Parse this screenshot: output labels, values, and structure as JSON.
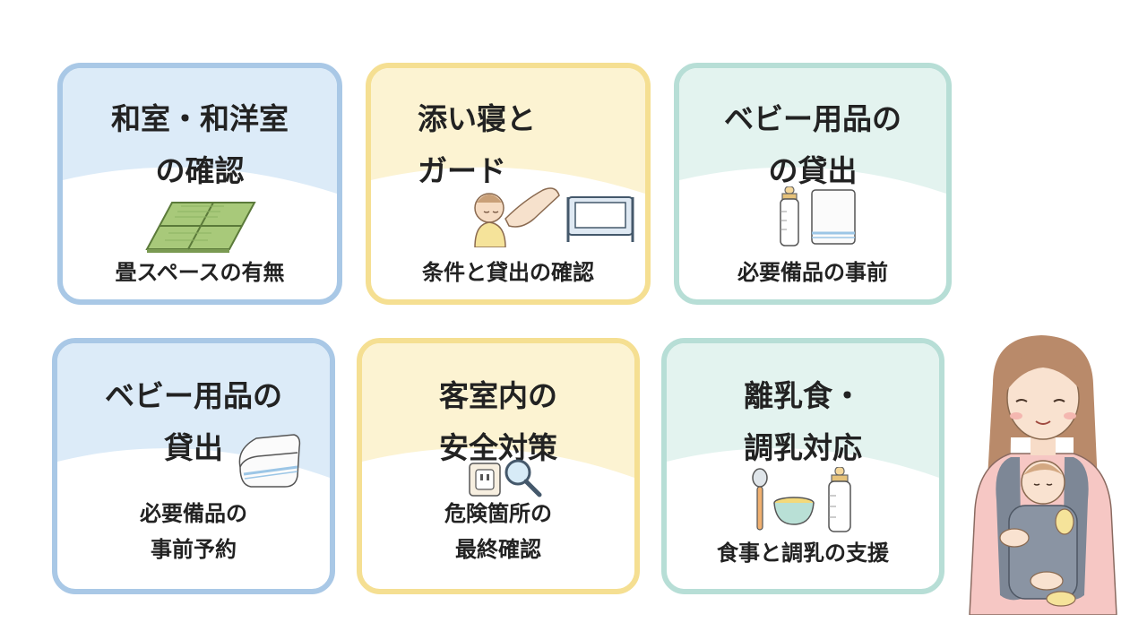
{
  "colors": {
    "blue_border": "#a9c8e6",
    "blue_wash": "#dcebf8",
    "yellow_border": "#f5df92",
    "yellow_wash": "#fcf3d2",
    "teal_border": "#b7ded6",
    "teal_wash": "#e3f3ef"
  },
  "cards": [
    {
      "title": "和室・和洋室\nの確認",
      "caption": "畳スペースの有無",
      "icon": "tatami-mat-icon"
    },
    {
      "title": "添い寝と\nガード",
      "caption": "条件と貸出の確認",
      "icon": "baby-bed-guard-icon"
    },
    {
      "title": "ベビー用品の\nの貸出",
      "caption": "必要備品の事前",
      "icon": "baby-bottle-towel-icon"
    },
    {
      "title": "ベビー用品の\n貸出",
      "caption": "必要備品の\n事前予約",
      "icon": "folded-towel-icon"
    },
    {
      "title": "客室内の\n安全対策",
      "caption": "危険箇所の\n最終確認",
      "icon": "outlet-magnifier-icon"
    },
    {
      "title": "離乳食・\n調乳対応",
      "caption": "食事と調乳の支援",
      "icon": "spoon-bowl-bottle-icon"
    }
  ],
  "illustration": "mother-with-baby-carrier-icon"
}
